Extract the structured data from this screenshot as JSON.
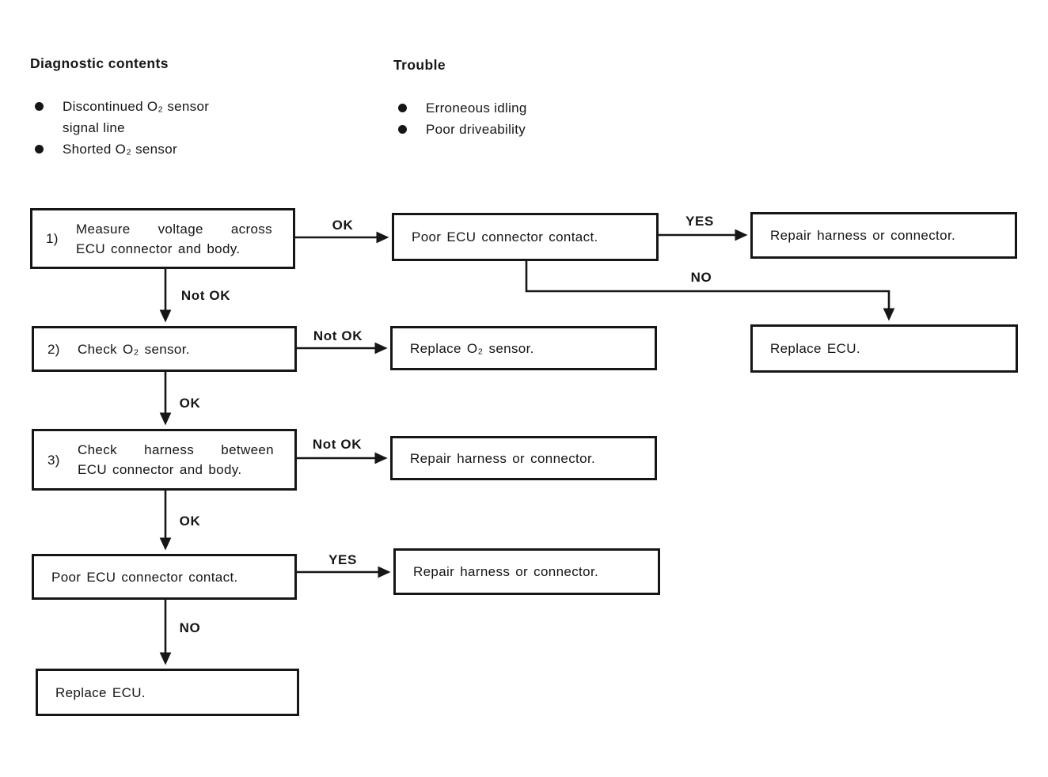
{
  "page": {
    "background": "#ffffff",
    "ink": "#161616"
  },
  "legend": {
    "diagnostic": {
      "title": "Diagnostic contents",
      "bullet_icon": "filled-circle",
      "items": [
        "Discontinued O₂ sensor signal line",
        "Shorted O₂ sensor"
      ]
    },
    "trouble": {
      "title": "Trouble",
      "bullet_icon": "filled-circle",
      "items": [
        "Erroneous idling",
        "Poor driveability"
      ]
    }
  },
  "flowchart": {
    "boxes": {
      "step1": {
        "number": "1)",
        "lines": [
          "Measure voltage across",
          "ECU connector and body."
        ]
      },
      "poor_ecu_top": {
        "text": "Poor ECU connector contact."
      },
      "repair_top": {
        "text": "Repair harness or connector."
      },
      "replace_ecu_right": {
        "text": "Replace ECU."
      },
      "step2": {
        "number": "2)",
        "text": "Check O₂ sensor."
      },
      "replace_o2": {
        "text": "Replace O₂ sensor."
      },
      "step3": {
        "number": "3)",
        "lines": [
          "Check harness between",
          "ECU connector and body."
        ]
      },
      "repair_mid": {
        "text": "Repair harness or connector."
      },
      "poor_ecu_bottom": {
        "text": "Poor ECU connector contact."
      },
      "repair_bottom": {
        "text": "Repair harness or connector."
      },
      "replace_ecu_bottom": {
        "text": "Replace ECU."
      }
    },
    "edge_labels": {
      "step1_ok": "OK",
      "step1_notok": "Not OK",
      "top_yes": "YES",
      "top_no": "NO",
      "step2_notok": "Not OK",
      "step2_ok": "OK",
      "step3_notok": "Not OK",
      "step3_ok": "OK",
      "bottom_yes": "YES",
      "bottom_no": "NO"
    }
  }
}
